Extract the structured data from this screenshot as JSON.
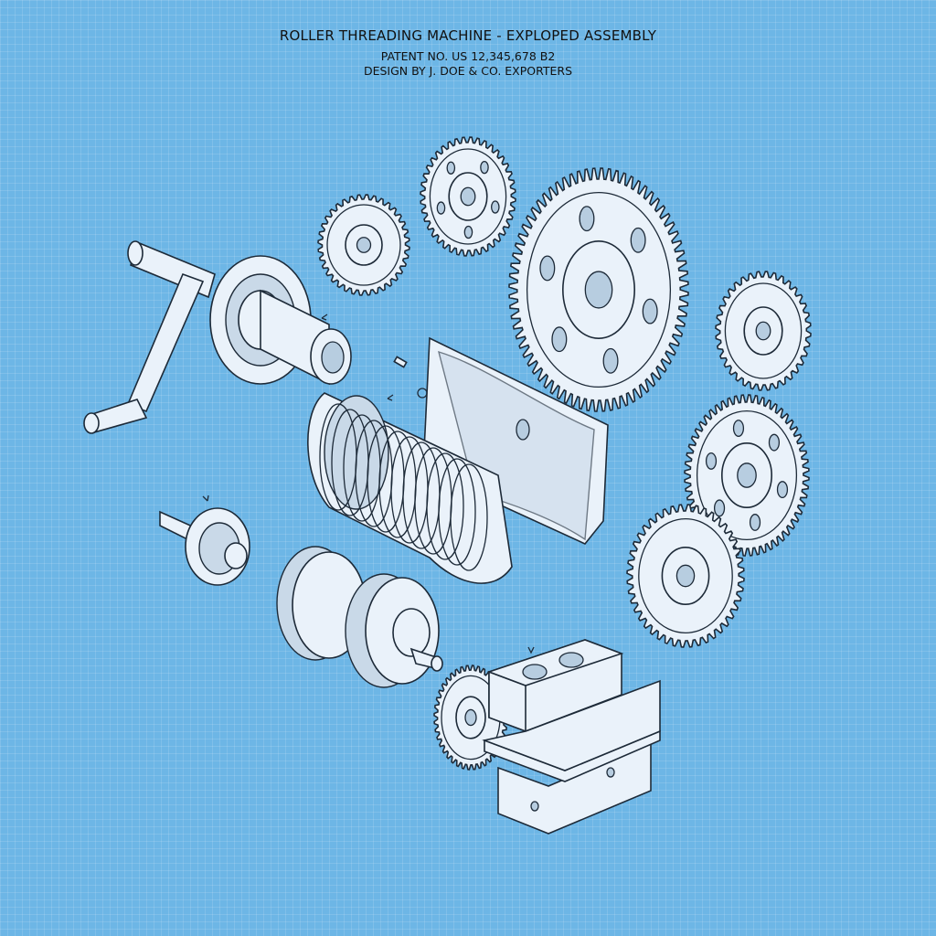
{
  "header": {
    "title": "ROLLER THREADING MACHINE - EXPLOPED ASSEMBLY",
    "patent": "PATENT NO. US 12,345,678 B2",
    "designer": "DESIGN BY J. DOE & CO. EXPORTERS"
  },
  "colors": {
    "background": "#6db6e6",
    "part_fill": "#eaf2fa",
    "outline": "#1d2a38"
  }
}
